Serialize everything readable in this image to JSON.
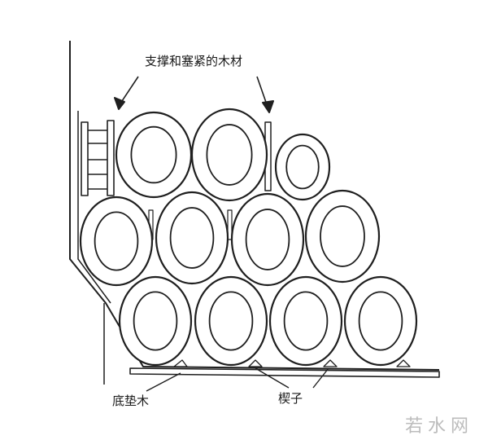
{
  "diagram": {
    "labels": {
      "top": "支撑和塞紧的木材",
      "base": "底垫木",
      "wedge": "楔子"
    },
    "watermark": "若水网",
    "stroke_color": "#1f1f1f",
    "rows": [
      {
        "row": "bottom",
        "coil_count": 4
      },
      {
        "row": "middle",
        "coil_count": 4
      },
      {
        "row": "top",
        "coil_count": 3
      }
    ]
  }
}
